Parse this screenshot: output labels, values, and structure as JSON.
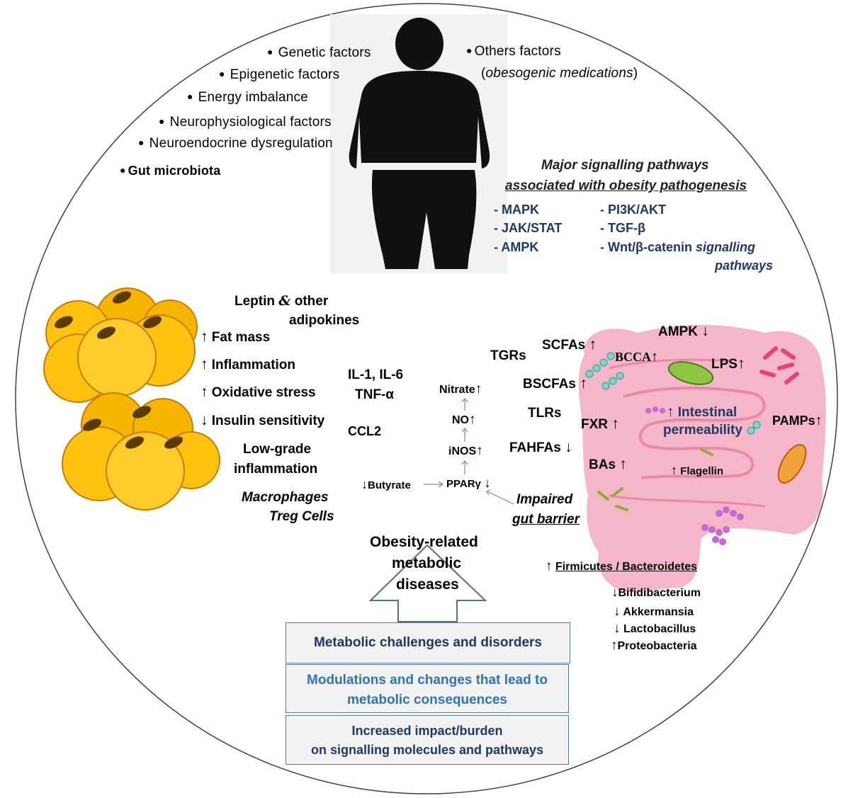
{
  "factors": {
    "genetic": "Genetic factors",
    "epigenetic": "Epigenetic factors",
    "energy": "Energy imbalance",
    "neurophysiological": "Neurophysiological factors",
    "neuroendocrine": "Neuroendocrine dysregulation",
    "gut": "Gut microbiota",
    "others": "Others factors",
    "others_sub": "obesogenic medications"
  },
  "pathways": {
    "title_line1": "Major signalling pathways",
    "title_line2": "associated with obesity pathogenesis",
    "left": [
      "- MAPK",
      "- JAK/STAT",
      "- AMPK"
    ],
    "right": [
      "- PI3K/AKT",
      "- TGF-β",
      "- Wnt/β-catenin"
    ],
    "suffix1": "signalling",
    "suffix2": "pathways"
  },
  "adipose": {
    "leptin1": "Leptin",
    "leptin_amp": "&",
    "leptin2": "other",
    "adipokines": "adipokines",
    "fat_mass": "Fat mass",
    "inflammation": "Inflammation",
    "oxidative": "Oxidative stress",
    "insulin": "Insulin sensitivity",
    "lowgrade1": "Low-grade",
    "lowgrade2": "inflammation",
    "macrophages": "Macrophages",
    "treg": "Treg Cells"
  },
  "cytokines": {
    "il": "IL-1, IL-6",
    "tnf": "TNF-α",
    "ccl2": "CCL2"
  },
  "chain": {
    "nitrate": "Nitrate",
    "no": "NO",
    "inos": "iNOS",
    "ppar": "PPARγ",
    "butyrate": "Butyrate",
    "impaired1": "Impaired",
    "impaired2": "gut barrier"
  },
  "gut": {
    "tgrs": "TGRs",
    "scfas": "SCFAs",
    "bscfas": "BSCFAs",
    "tlrs": "TLRs",
    "fahfas": "FAHFAs",
    "fxr": "FXR",
    "bas": "BAs",
    "bcca": "BCCA",
    "ampk": "AMPK",
    "lps": "LPS",
    "pamps": "PAMPs",
    "intestinal1": "Intestinal",
    "intestinal2": "permeability",
    "flagellin": "Flagellin"
  },
  "bacteria": {
    "ratio": "Firmicutes / Bacteroidetes",
    "bifido": "Bifidibacterium",
    "akker": "Akkermansia",
    "lacto": "Lactobacillus",
    "proteo": "Proteobacteria"
  },
  "outcome": {
    "line1": "Obesity-related",
    "line2": "metabolic",
    "line3": "diseases"
  },
  "boxes": {
    "row1": "Metabolic challenges and disorders",
    "row2a": "Modulations and changes that lead to",
    "row2b": "metabolic consequences",
    "row3a": "Increased impact/burden",
    "row3b": "on signalling molecules and pathways"
  },
  "arrows": {
    "up": "↑",
    "down": "↓"
  },
  "colors": {
    "pathway_text": "#1f3864",
    "box_row1": "#1f3864",
    "box_row2": "#2e75b6",
    "gut_pink": "#f4b6c8",
    "fat_cell": "#ffc20e",
    "silhouette_bg": "#f2f2f2"
  }
}
